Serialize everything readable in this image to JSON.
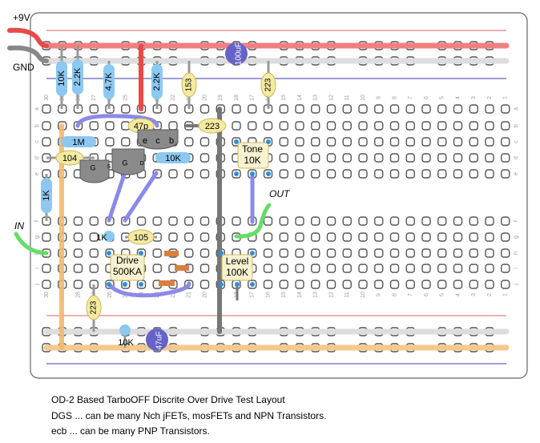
{
  "labels": {
    "plus9v": "+9V",
    "gnd": "GND",
    "in": "IN",
    "out": "OUT"
  },
  "colors": {
    "power_rail": "#f08080",
    "ground_rail": "#dddddd",
    "signal_rail": "#f5c98a",
    "jumper_blue": "#8a8ae8",
    "jumper_gray": "#777777",
    "jumper_green": "#66dd66",
    "jumper_orange": "#f5b870",
    "jumper_red": "#e84a4a",
    "resistor_blue": "#8cc8f0",
    "ceramic_cap": "#f5eaa0",
    "electrolytic_cap": "#6464c8",
    "transistor": "#8a8a8a"
  },
  "components": {
    "r_10k_top": "10K",
    "r_2k2_a": "2.2K",
    "r_4k7": "4.7K",
    "r_2k2_b": "2.2K",
    "c_153": "153",
    "c_100uf": "100uF",
    "c_223_top": "223",
    "c_47p": "47p",
    "c_223_mid": "223",
    "r_1m": "1M",
    "c_104": "104",
    "r_10k_mid": "10K",
    "r_1k_left": "1K",
    "r_1k_small": "1K",
    "c_105": "105",
    "c_223_bottom": "223",
    "r_10k_bottom": "10K",
    "c_47uf": "47uF",
    "pot_tone_line1": "Tone",
    "pot_tone_line2": "10K",
    "pot_drive_line1": "Drive",
    "pot_drive_line2": "500KA",
    "pot_level_line1": "Level",
    "pot_level_line2": "100K",
    "q1_pin_g": "G",
    "q1_pin_s": "S",
    "q2_pin_g": "G",
    "q2_pin_d": "D",
    "q3_pin_e": "e",
    "q3_pin_c": "c",
    "q3_pin_b": "b"
  },
  "column_numbers": [
    "30",
    "29",
    "28",
    "27",
    "26",
    "25",
    "24",
    "23",
    "22",
    "21",
    "20",
    "19",
    "18",
    "17",
    "16",
    "15",
    "14",
    "13",
    "12",
    "11",
    "10",
    "9",
    "8",
    "7",
    "6",
    "5",
    "4",
    "3",
    "2",
    "1"
  ],
  "row_letters_top": [
    "a",
    "b",
    "c",
    "d",
    "e"
  ],
  "row_letters_bottom": [
    "f",
    "g",
    "h",
    "i",
    "j"
  ],
  "caption": {
    "line1": "OD-2 Based TarboOFF Discrite Over Drive Test Layout",
    "line2": "DGS ... can be many Nch jFETs, mosFETs and NPN Transistors.",
    "line3": "ecb ... can be many PNP Transistors."
  }
}
